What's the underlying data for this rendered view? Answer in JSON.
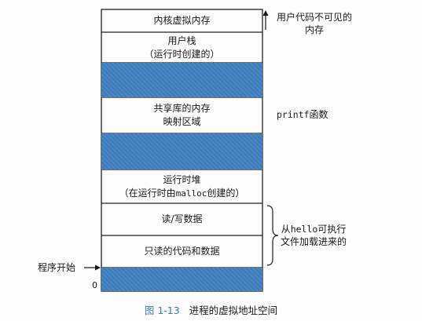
{
  "regions": {
    "kernel": "内核虚拟内存",
    "user_stack": {
      "line1": "用户栈",
      "line2": "（运行时创建的）"
    },
    "shared_libs": {
      "line1": "共享库的内存",
      "line2": "映射区域"
    },
    "heap": {
      "line1": "运行时堆",
      "line2_pre": "（在运行时由",
      "line2_code": "malloc",
      "line2_post": "创建的）"
    },
    "rw_segment": "读/写数据",
    "ro_segment": "只读的代码和数据"
  },
  "annotations": {
    "kernel_invisible": {
      "line1": "用户代码不可见的",
      "line2": "内存"
    },
    "printf": {
      "code": "printf",
      "suffix": "函数"
    },
    "loaded_from": {
      "pre": "从",
      "code": "hello",
      "post": "可执行",
      "line2": "文件加载进来的"
    },
    "program_start": "程序开始",
    "zero": "0"
  },
  "caption": {
    "number": "图 1-13",
    "title": "进程的虚拟地址空间"
  },
  "colors": {
    "free_region": "#3f7fc0",
    "border": "#222222",
    "caption_number": "#3a78b8"
  }
}
